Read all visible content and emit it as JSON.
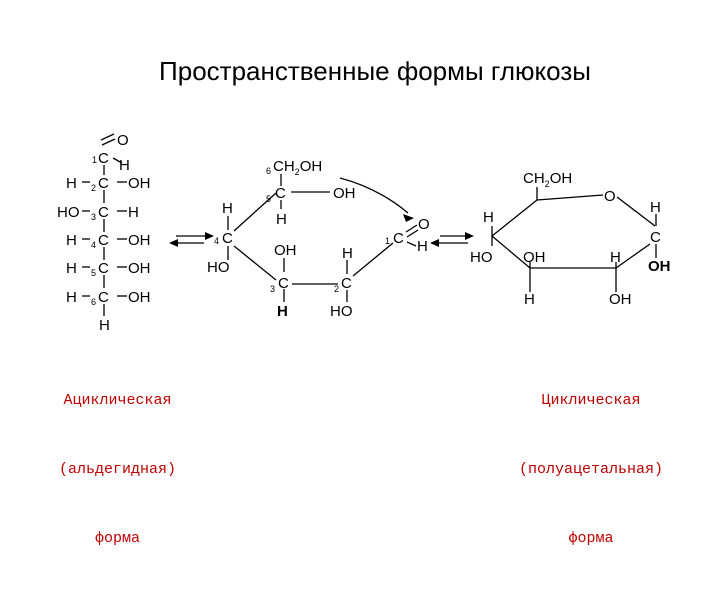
{
  "title": "Пространственные формы глюкозы",
  "colors": {
    "caption": "#c00000",
    "lines": "#000000",
    "background": "#ffffff"
  },
  "acyclic_caption": {
    "line1": "Ациклическая",
    "line2": "(альдегидная)",
    "line3": "форма"
  },
  "cyclic_caption": {
    "line1": "Циклическая",
    "line2": "(полуацетальная)",
    "line3": "форма"
  },
  "fischer": {
    "oxygen": "O",
    "c1": "C",
    "c1_num": "1",
    "c1_h": "H",
    "rows": [
      {
        "left": "H",
        "num": "2",
        "carbon": "C",
        "right": "OH"
      },
      {
        "left": "HO",
        "num": "3",
        "carbon": "C",
        "right": "H"
      },
      {
        "left": "H",
        "num": "4",
        "carbon": "C",
        "right": "OH"
      },
      {
        "left": "H",
        "num": "5",
        "carbon": "C",
        "right": "OH"
      },
      {
        "left": "H",
        "num": "6",
        "carbon": "C",
        "right": "OH"
      }
    ],
    "bottom_h": "H"
  },
  "open_ring": {
    "c6_label": "CH",
    "c6_sub": "2",
    "c6_oh": "OH",
    "c6_num": "6",
    "c5": "C",
    "c5_num": "5",
    "c5_h": "H",
    "c5_oh": "OH",
    "c4": "C",
    "c4_num": "4",
    "c4_h": "H",
    "c4_ho": "HO",
    "c3": "C",
    "c3_num": "3",
    "c3_oh": "OH",
    "c3_h": "H",
    "c2": "C",
    "c2_num": "2",
    "c2_h": "H",
    "c2_ho": "HO",
    "c1": "C",
    "c1_num": "1",
    "c1_o": "O",
    "c1_h": "H"
  },
  "pyranose": {
    "ch2oh": "CH",
    "ch2oh_sub": "2",
    "ch2oh_tail": "OH",
    "ring_o": "O",
    "c1": "C",
    "c1_h": "H",
    "c1_oh": "OH",
    "c4_h": "H",
    "c4_ho": "HO",
    "c3_oh": "OH",
    "c3_h": "H",
    "c2_h": "H",
    "c2_oh": "OH"
  }
}
